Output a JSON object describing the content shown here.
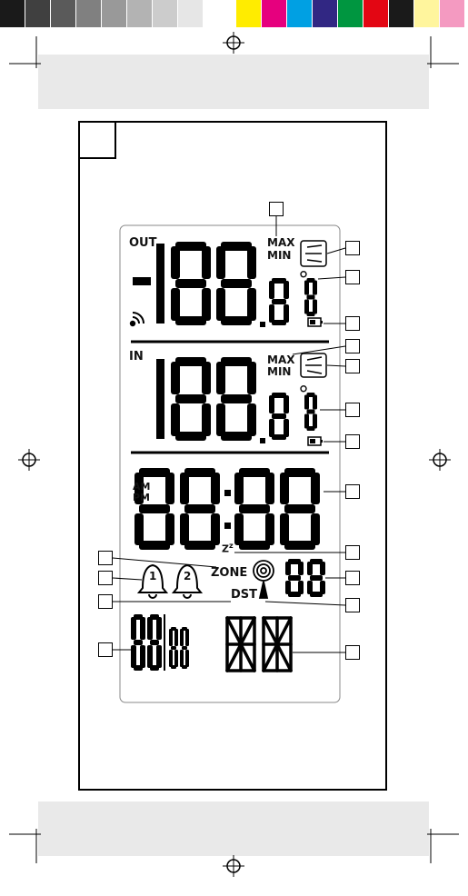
{
  "print_marks": {
    "swatches": [
      "#1a1a1a",
      "#404040",
      "#5a5a5a",
      "#808080",
      "#999999",
      "#b3b3b3",
      "#cccccc",
      "#e6e6e6",
      "#ffffff",
      "#ffec00",
      "#e6007e",
      "#00a0e3",
      "#312783",
      "#009640",
      "#e30613",
      "#1a1a1a",
      "#fff59d",
      "#f49ac1"
    ],
    "band_color": "#e9e9e9"
  },
  "figure_number": "",
  "lcd": {
    "out_label": "OUT",
    "in_label": "IN",
    "max_label": "MAX",
    "min_label": "MIN",
    "am_label": "AM",
    "pm_label": "PM",
    "zone_label": "ZONE",
    "dst_label": "DST",
    "snooze_label": "Z",
    "snooze_sup": "z",
    "alarm_1": "1",
    "alarm_2": "2",
    "degree": "°"
  },
  "callouts": {
    "count_left": 4,
    "count_right": 14,
    "text": ""
  }
}
